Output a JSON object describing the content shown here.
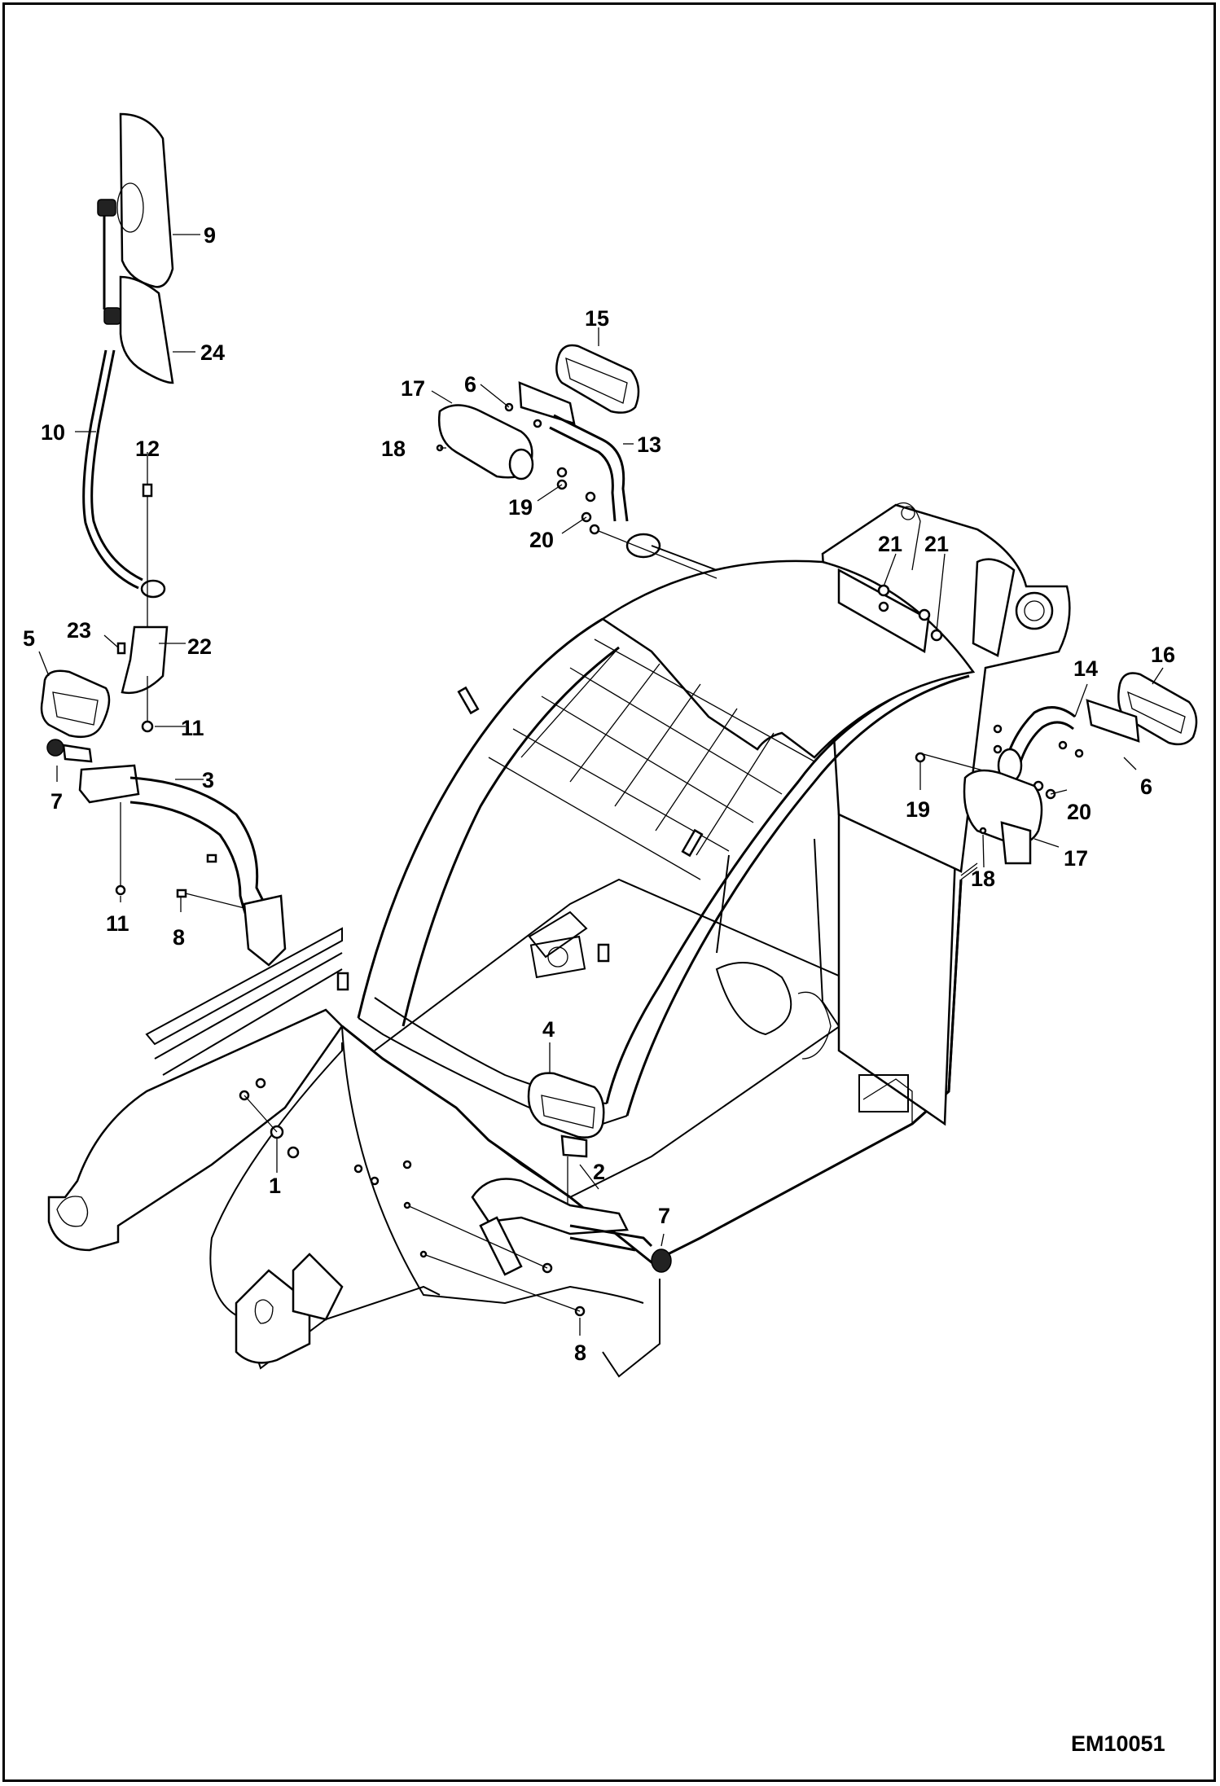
{
  "figure_id": "EM10051",
  "callouts": [
    {
      "id": "c9",
      "label": "9"
    },
    {
      "id": "c24",
      "label": "24"
    },
    {
      "id": "c10",
      "label": "10"
    },
    {
      "id": "c12",
      "label": "12"
    },
    {
      "id": "c5",
      "label": "5"
    },
    {
      "id": "c23",
      "label": "23"
    },
    {
      "id": "c22",
      "label": "22"
    },
    {
      "id": "c11a",
      "label": "11"
    },
    {
      "id": "c7a",
      "label": "7"
    },
    {
      "id": "c3",
      "label": "3"
    },
    {
      "id": "c11b",
      "label": "11"
    },
    {
      "id": "c8a",
      "label": "8"
    },
    {
      "id": "c15",
      "label": "15"
    },
    {
      "id": "c17a",
      "label": "17"
    },
    {
      "id": "c6a",
      "label": "6"
    },
    {
      "id": "c18a",
      "label": "18"
    },
    {
      "id": "c13",
      "label": "13"
    },
    {
      "id": "c19a",
      "label": "19"
    },
    {
      "id": "c20a",
      "label": "20"
    },
    {
      "id": "c21a",
      "label": "21"
    },
    {
      "id": "c21b",
      "label": "21"
    },
    {
      "id": "c14",
      "label": "14"
    },
    {
      "id": "c16",
      "label": "16"
    },
    {
      "id": "c19b",
      "label": "19"
    },
    {
      "id": "c20b",
      "label": "20"
    },
    {
      "id": "c6b",
      "label": "6"
    },
    {
      "id": "c17b",
      "label": "17"
    },
    {
      "id": "c18b",
      "label": "18"
    },
    {
      "id": "c4",
      "label": "4"
    },
    {
      "id": "c2",
      "label": "2"
    },
    {
      "id": "c1",
      "label": "1"
    },
    {
      "id": "c7b",
      "label": "7"
    },
    {
      "id": "c8b",
      "label": "8"
    }
  ]
}
